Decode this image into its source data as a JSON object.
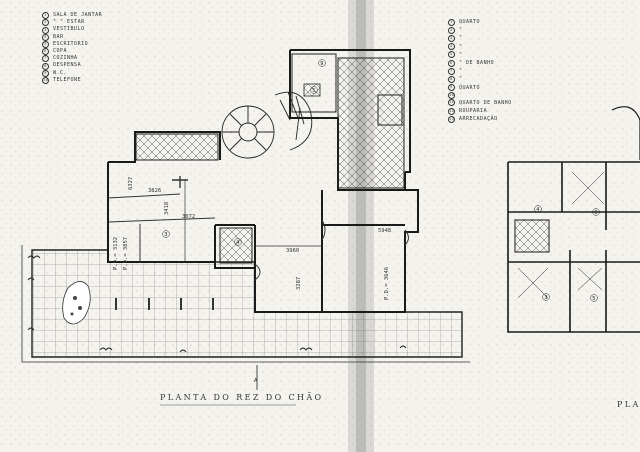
{
  "legend_left": [
    {
      "n": "1",
      "label": "SALA DE JANTAR"
    },
    {
      "n": "2",
      "label": "\" \" ESTAR"
    },
    {
      "n": "3",
      "label": "VESTIBULO"
    },
    {
      "n": "4",
      "label": "BAR"
    },
    {
      "n": "5",
      "label": "ESCRITORIO"
    },
    {
      "n": "6",
      "label": "COPA"
    },
    {
      "n": "7",
      "label": "COZINHA"
    },
    {
      "n": "8",
      "label": "DESPENSA"
    },
    {
      "n": "9",
      "label": "W.C."
    },
    {
      "n": "10",
      "label": "TELEFONE"
    }
  ],
  "legend_right": [
    {
      "n": "1",
      "label": "QUARTO"
    },
    {
      "n": "2",
      "label": "\""
    },
    {
      "n": "3",
      "label": "\""
    },
    {
      "n": "4",
      "label": "\""
    },
    {
      "n": "5",
      "label": "\""
    },
    {
      "n": "6",
      "label": "\" DE BANHO"
    },
    {
      "n": "7",
      "label": "\""
    },
    {
      "n": "8",
      "label": "\""
    },
    {
      "n": "9",
      "label": "QUARTO"
    },
    {
      "n": "10",
      "label": ""
    },
    {
      "n": "11",
      "label": "QUARTO DE BANHO"
    },
    {
      "n": "12",
      "label": "ROUPARIA"
    },
    {
      "n": "13",
      "label": "ARRECADAÇÃO"
    }
  ],
  "dimensions": {
    "d1": "3826",
    "d2": "3072",
    "d3": "5948",
    "d4": "3960",
    "v1": "P.D.= 3132",
    "v2": "P.D.= 3857",
    "v3": "P.D.= 3646",
    "v4": "6327",
    "v5": "3418",
    "v6": "3287"
  },
  "room_numbers": {
    "r_main_1": "3",
    "r_main_2": "4",
    "r_main_3": "5",
    "r_main_4": "9",
    "r_side_1": "4",
    "r_side_2": "3",
    "r_side_3": "5",
    "r_side_4": "6"
  },
  "titles": {
    "main": "PLANTA DO REZ DO CHÃO",
    "right": "PLAN"
  },
  "marks": {
    "a": "A"
  }
}
